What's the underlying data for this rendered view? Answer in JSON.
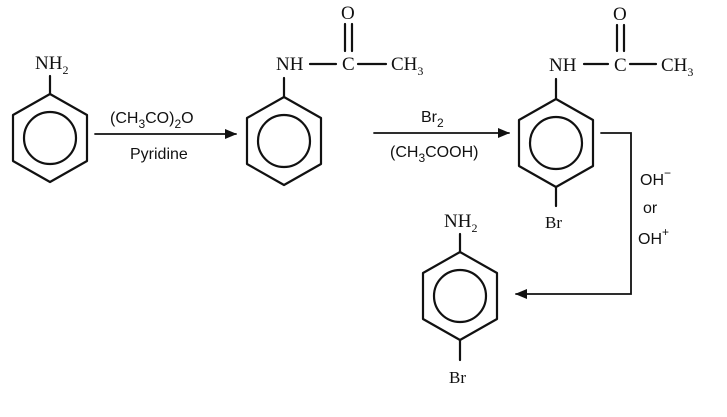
{
  "aniline": {
    "amine": "NH",
    "amine_sub": "2"
  },
  "step1": {
    "reagent_a": "(CH",
    "reagent_sub1": "3",
    "reagent_b": "CO)",
    "reagent_sub2": "2",
    "reagent_c": "O",
    "solvent": "Pyridine"
  },
  "acetanilide": {
    "nh": "NH",
    "oxygen": "O",
    "carbonyl": "C",
    "methyl": "CH",
    "methyl_sub": "3"
  },
  "step2": {
    "reagent": "Br",
    "reagent_sub": "2",
    "solvent": "(CH",
    "solvent_sub": "3",
    "solvent_end": "COOH)"
  },
  "bromo_acetanilide": {
    "nh": "NH",
    "oxygen": "O",
    "carbonyl": "C",
    "methyl": "CH",
    "methyl_sub": "3",
    "halogen": "Br"
  },
  "step3": {
    "base": "OH",
    "base_sup": "−",
    "or": "or",
    "acid": "OH",
    "acid_sup": "+"
  },
  "bromoaniline": {
    "amine": "NH",
    "amine_sub": "2",
    "halogen": "Br"
  }
}
